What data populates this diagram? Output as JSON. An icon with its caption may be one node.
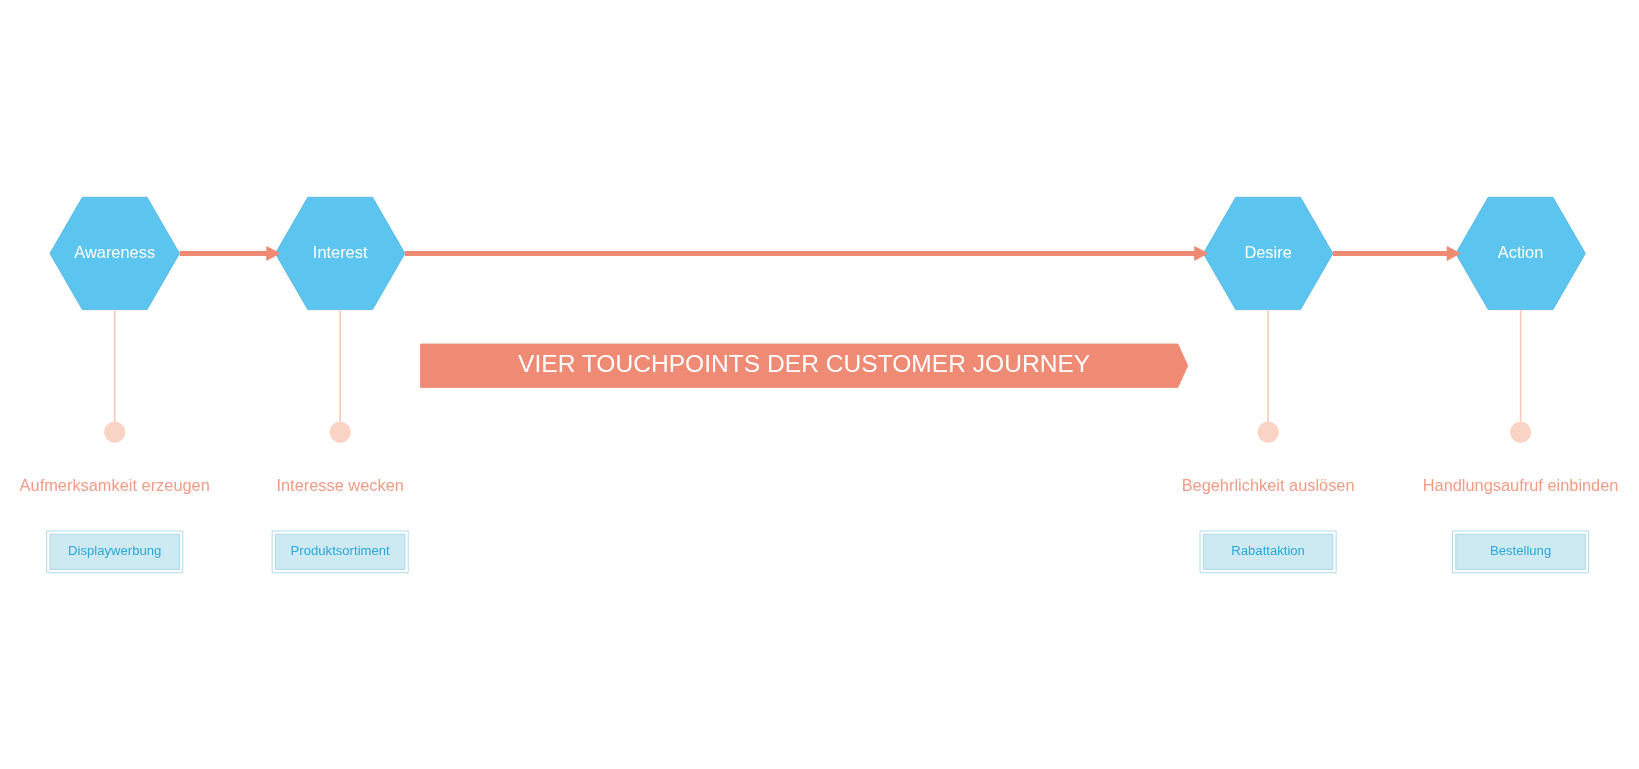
{
  "diagram": {
    "title": "VIER TOUCHPOINTS DER CUSTOMER JOURNEY",
    "nodes": [
      {
        "text": [
          "Awareness"
        ]
      },
      {
        "text": [
          "Interest"
        ]
      },
      {
        "text": [
          "Desire"
        ]
      },
      {
        "text": [
          "Action"
        ]
      },
      {
        "text": [],
        "shape": "circle",
        "beside": [
          "Aufmerksamkeit erzeugen"
        ]
      },
      {
        "text": [],
        "shape": "circle",
        "beside": [
          "Interesse wecken"
        ]
      },
      {
        "text": [],
        "shape": "circle",
        "beside": [
          "Begehrlichkeit auslösen"
        ]
      },
      {
        "text": [],
        "shape": "circle",
        "beside": [
          "Handlungsaufruf einbinden"
        ]
      },
      {
        "text": [
          "Displaywerbung"
        ]
      },
      {
        "text": [
          "Produktsortiment"
        ]
      },
      {
        "text": [
          "Rabattaktion"
        ]
      },
      {
        "text": [
          "Bestellung"
        ]
      }
    ],
    "edges": [
      {
        "from": 0,
        "to": 1,
        "arrow": "to",
        "style": "thick",
        "color": "#ef8a75"
      },
      {
        "from": 1,
        "to": 2,
        "arrow": "to",
        "style": "thick",
        "color": "#ef8a75"
      },
      {
        "from": 2,
        "to": 3,
        "arrow": "to",
        "style": "thick",
        "color": "#ef8a75"
      },
      {
        "from": 0,
        "to": 4,
        "arrow": "none"
      },
      {
        "from": 1,
        "to": 5,
        "arrow": "none"
      },
      {
        "from": 2,
        "to": 6,
        "arrow": "none"
      },
      {
        "from": 3,
        "to": 7,
        "arrow": "none"
      }
    ]
  }
}
